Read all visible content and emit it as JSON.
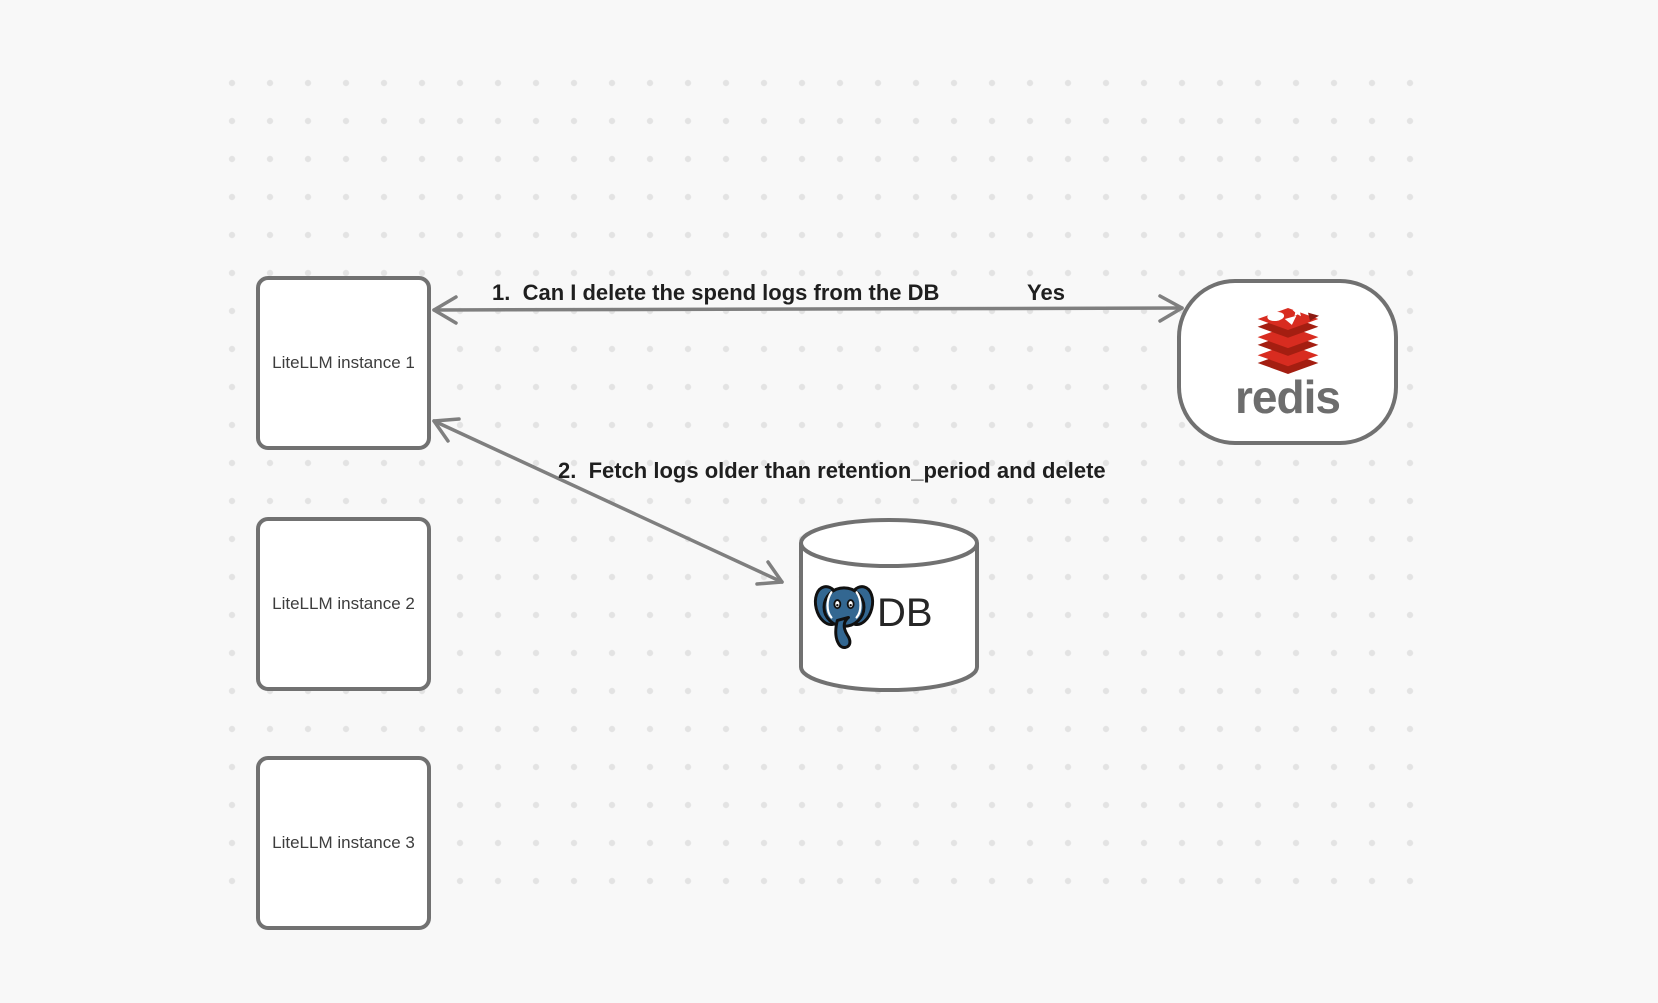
{
  "canvas": {
    "background_color": "#f8f8f8",
    "dot_grid_color": "#e3e3e3"
  },
  "nodes": {
    "litellm_instances": [
      {
        "label": "LiteLLM instance 1"
      },
      {
        "label": "LiteLLM instance 2"
      },
      {
        "label": "LiteLLM instance 3"
      }
    ],
    "redis": {
      "label": "redis",
      "icon": "redis-logo-icon",
      "brand_red": "#d82c20",
      "brand_dark_red": "#a41e11",
      "wordmark_gray": "#6d6d6d"
    },
    "database": {
      "label": "DB",
      "icon": "postgresql-elephant-icon",
      "postgres_blue": "#336791"
    }
  },
  "arrows": [
    {
      "label": "1.  Can I delete the spend logs from the DB",
      "response": "Yes",
      "from": "LiteLLM instance 1",
      "to": "redis",
      "direction": "bidirectional"
    },
    {
      "label": "2.  Fetch logs older than retention_period and delete",
      "from": "LiteLLM instance 1",
      "to": "DB",
      "direction": "bidirectional"
    }
  ],
  "style": {
    "shape_stroke": "#717171",
    "arrow_stroke": "#7f7f7f",
    "label_color": "#1f1f1f",
    "node_label_color": "#3d3d3d"
  }
}
